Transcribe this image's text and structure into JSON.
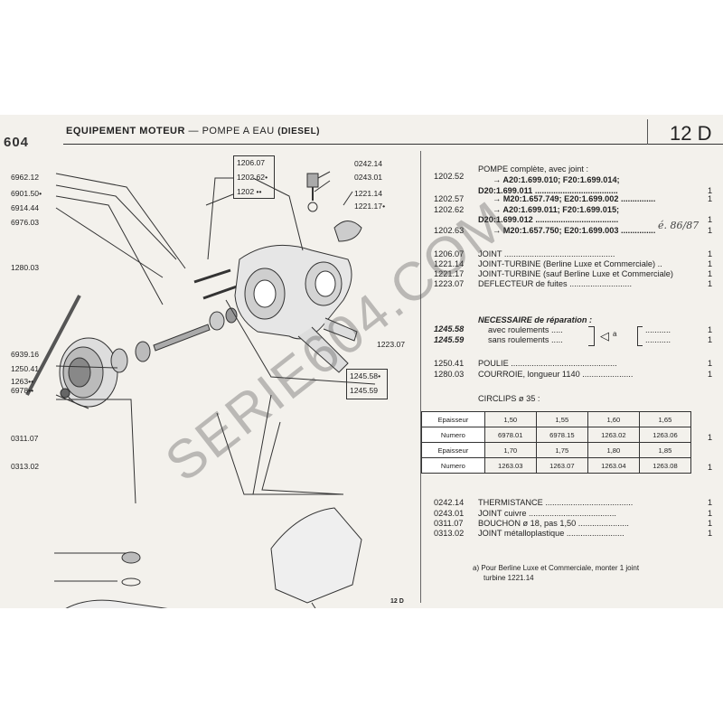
{
  "header": {
    "logo": "604",
    "title": "EQUIPEMENT MOTEUR",
    "dash": "—",
    "subtitle": "POMPE A EAU",
    "subtitle_note": "(DIESEL)",
    "page_code": "12 D"
  },
  "diagram_labels": {
    "l1": "6962.12",
    "l2": "6901.50•",
    "l3": "6914.44",
    "l4": "6976.03",
    "l5": "1280.03",
    "l6": "6939.16",
    "l7": "1250.41",
    "l8": "1263",
    "l9": "6978",
    "l10": "0311.07",
    "l11": "0313.02",
    "l12": "1206.07",
    "l13": "1202.62•",
    "l14": "1202 ••",
    "l15": "0242.14",
    "l16": "0243.01",
    "l17": "1221.14",
    "l18": "1221.17•",
    "l19": "1223.07",
    "l20": "1245.58•",
    "l21": "1245.59",
    "l22": "••",
    "l23": "••"
  },
  "parts": [
    {
      "ref": "1202.52",
      "desc": "POMPE complète, avec joint :",
      "qty": ""
    },
    {
      "ref": "",
      "desc": "→ A20:1.699.010; F20:1.699.014;",
      "qty": ""
    },
    {
      "ref": "",
      "desc": "D20:1.699.011 ....................................",
      "qty": "1"
    },
    {
      "ref": "1202.57",
      "desc": "→ M20:1.657.749; E20:1.699.002 ...............",
      "qty": "1"
    },
    {
      "ref": "1202.62",
      "desc": "→ A20:1.699.011; F20:1.699.015;",
      "qty": ""
    },
    {
      "ref": "",
      "desc": "D20:1.699.012 ....................................",
      "qty": "1"
    },
    {
      "ref": "1202.63",
      "desc": "→ M20:1.657.750; E20:1.699.003 ...............",
      "qty": "1"
    },
    {
      "ref": "1206.07",
      "desc": "JOINT ................................................",
      "qty": "1"
    },
    {
      "ref": "1221.14",
      "desc": "JOINT-TURBINE (Berline Luxe et Commerciale) ..",
      "qty": "1"
    },
    {
      "ref": "1221.17",
      "desc": "JOINT-TURBINE (sauf Berline Luxe et Commerciale)",
      "qty": "1"
    },
    {
      "ref": "1223.07",
      "desc": "DEFLECTEUR de fuites ...........................",
      "qty": "1"
    },
    {
      "ref": "",
      "desc": "NECESSAIRE de réparation :",
      "qty": ""
    },
    {
      "ref": "1245.58",
      "desc": "avec roulements .....",
      "qty": "1"
    },
    {
      "ref": "1245.59",
      "desc": "sans roulements .....",
      "qty": "1"
    },
    {
      "ref": "1250.41",
      "desc": "POULIE ..............................................",
      "qty": "1"
    },
    {
      "ref": "1280.03",
      "desc": "COURROIE, longueur 1140 ......................",
      "qty": "1"
    }
  ],
  "handwritten": "é. 86/87",
  "kit_note_letter": "a",
  "kit_dots": "...........",
  "circlips": {
    "title": "CIRCLIPS ø 35 :",
    "rows": [
      [
        "Epaisseur",
        "1,50",
        "1,55",
        "1,60",
        "1,65"
      ],
      [
        "Numero",
        "6978.01",
        "6978.15",
        "1263.02",
        "1263.06"
      ],
      [
        "Epaisseur",
        "1,70",
        "1,75",
        "1,80",
        "1,85"
      ],
      [
        "Numero",
        "1263.03",
        "1263.07",
        "1263.04",
        "1263.08"
      ]
    ],
    "row_qty": [
      "1",
      "1"
    ]
  },
  "parts2": [
    {
      "ref": "0242.14",
      "desc": "THERMISTANCE ......................................",
      "qty": "1"
    },
    {
      "ref": "0243.01",
      "desc": "JOINT cuivre ......................................",
      "qty": "1"
    },
    {
      "ref": "0311.07",
      "desc": "BOUCHON ø 18, pas 1,50 ......................",
      "qty": "1"
    },
    {
      "ref": "0313.02",
      "desc": "JOINT métalloplastique .........................",
      "qty": "1"
    }
  ],
  "footnote": {
    "line1": "a) Pour Berline Luxe et Commerciale, monter 1 joint",
    "line2": "turbine 1221.14"
  },
  "footer_code": "12 D",
  "watermark": "SERIE604.COM"
}
